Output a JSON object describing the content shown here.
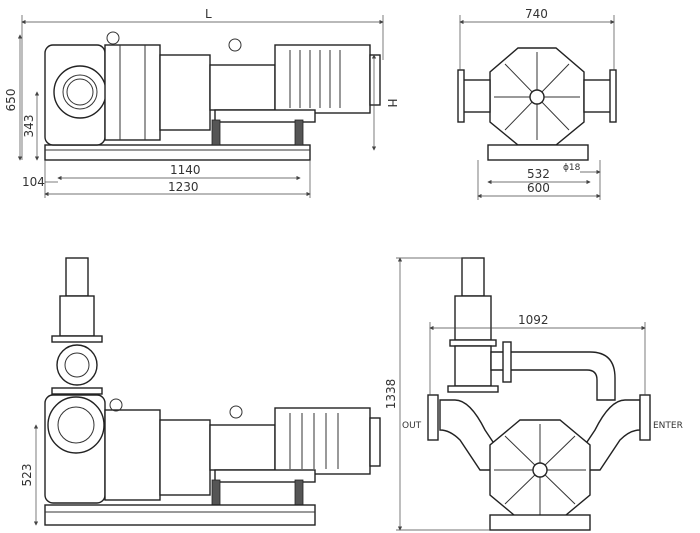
{
  "front_view": {
    "length_label": "L",
    "height_overall": "650",
    "height_center": "343",
    "height_motor": "H",
    "bolt_spacing": "1140",
    "offset": "104",
    "base_length": "1230"
  },
  "side_view": {
    "width_flanges": "740",
    "hole_diameter": "ϕ18",
    "bolt_spacing": "532",
    "base_width": "600"
  },
  "front_view_valve": {
    "height_center": "523"
  },
  "side_view_piping": {
    "total_height": "1338",
    "pipe_width": "1092",
    "outlet_label": "OUT",
    "inlet_label": "ENTER"
  }
}
